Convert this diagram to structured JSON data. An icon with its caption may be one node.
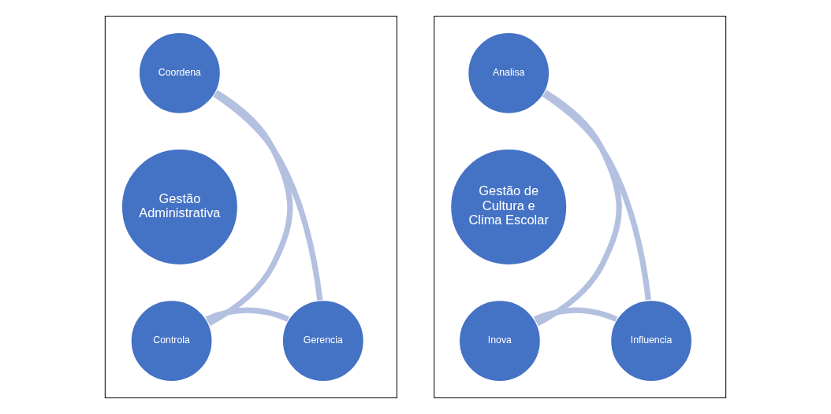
{
  "diagram": {
    "nodes": [
      {
        "text": [],
        "shape": "box"
      },
      {
        "text": [
          "Coordena"
        ],
        "in": 0
      },
      {
        "text": [
          "Gestão Administrativa"
        ],
        "in": 0
      },
      {
        "text": [
          "Controla"
        ],
        "in": 0
      },
      {
        "text": [
          "Gerencia"
        ],
        "in": 0
      },
      {
        "text": [],
        "shape": "box"
      },
      {
        "text": [
          "Analisa"
        ],
        "in": 5
      },
      {
        "text": [
          "Gestão de Cultura e Clima Escolar"
        ],
        "in": 5
      },
      {
        "text": [
          "Inova"
        ],
        "in": 5
      },
      {
        "text": [
          "Influencia"
        ],
        "in": 5
      }
    ],
    "edges": [
      {
        "from": 1,
        "to": 4,
        "arrow": "none"
      },
      {
        "from": 4,
        "to": 3,
        "arrow": "none"
      },
      {
        "from": 3,
        "to": 1,
        "arrow": "none"
      },
      {
        "from": 6,
        "to": 9,
        "arrow": "none"
      },
      {
        "from": 9,
        "to": 8,
        "arrow": "none"
      },
      {
        "from": 8,
        "to": 6,
        "arrow": "none"
      }
    ]
  }
}
